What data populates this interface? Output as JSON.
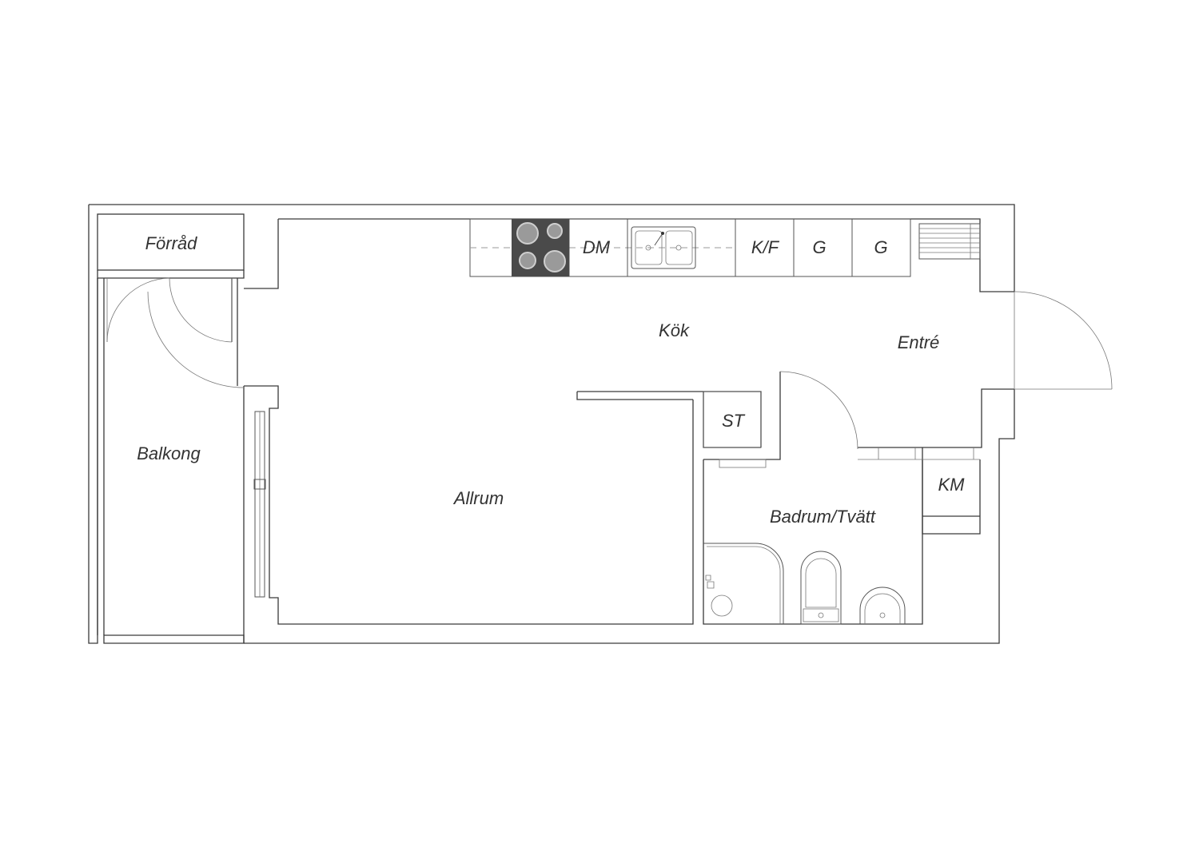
{
  "floorplan": {
    "rooms": {
      "forrad": "Förråd",
      "balkong": "Balkong",
      "kok": "Kök",
      "entre": "Entré",
      "allrum": "Allrum",
      "badrum": "Badrum/Tvätt"
    },
    "fixtures": {
      "dm": "DM",
      "kf": "K/F",
      "g1": "G",
      "g2": "G",
      "st": "ST",
      "km": "KM"
    },
    "colors": {
      "stove": "#4a4a4a",
      "wall": "#3a3a3a"
    }
  }
}
